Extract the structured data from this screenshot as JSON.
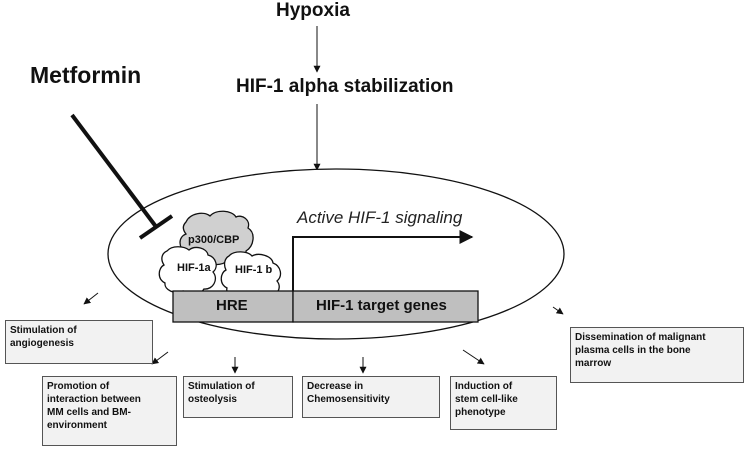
{
  "title": "Hypoxia",
  "stabilization": "HIF-1 alpha stabilization",
  "inhibitor": "Metformin",
  "signaling_label": "Active HIF-1 signaling",
  "molecules": {
    "coactivator": "p300/CBP",
    "alpha": "HIF-1a",
    "beta": "HIF-1 b"
  },
  "dna": {
    "element": "HRE",
    "genes": "HIF-1 target genes"
  },
  "effects": {
    "angiogenesis": [
      "Stimulation of",
      "angiogenesis"
    ],
    "interaction": [
      "Promotion of",
      "interaction between",
      "MM cells and BM-",
      "environment"
    ],
    "osteolysis": [
      "Stimulation of",
      "osteolysis"
    ],
    "chemosensitivity": [
      "Decrease in",
      "Chemosensitivity"
    ],
    "stemcell": [
      "Induction of",
      "stem cell-like",
      "phenotype"
    ],
    "dissemination": [
      "Dissemination of malignant",
      "plasma cells in the bone",
      "marrow"
    ]
  },
  "colors": {
    "molecule_fill": "#d0d0d0",
    "bar_fill": "#bfbfbf",
    "box_fill": "#f2f2f2",
    "line": "#111111"
  }
}
